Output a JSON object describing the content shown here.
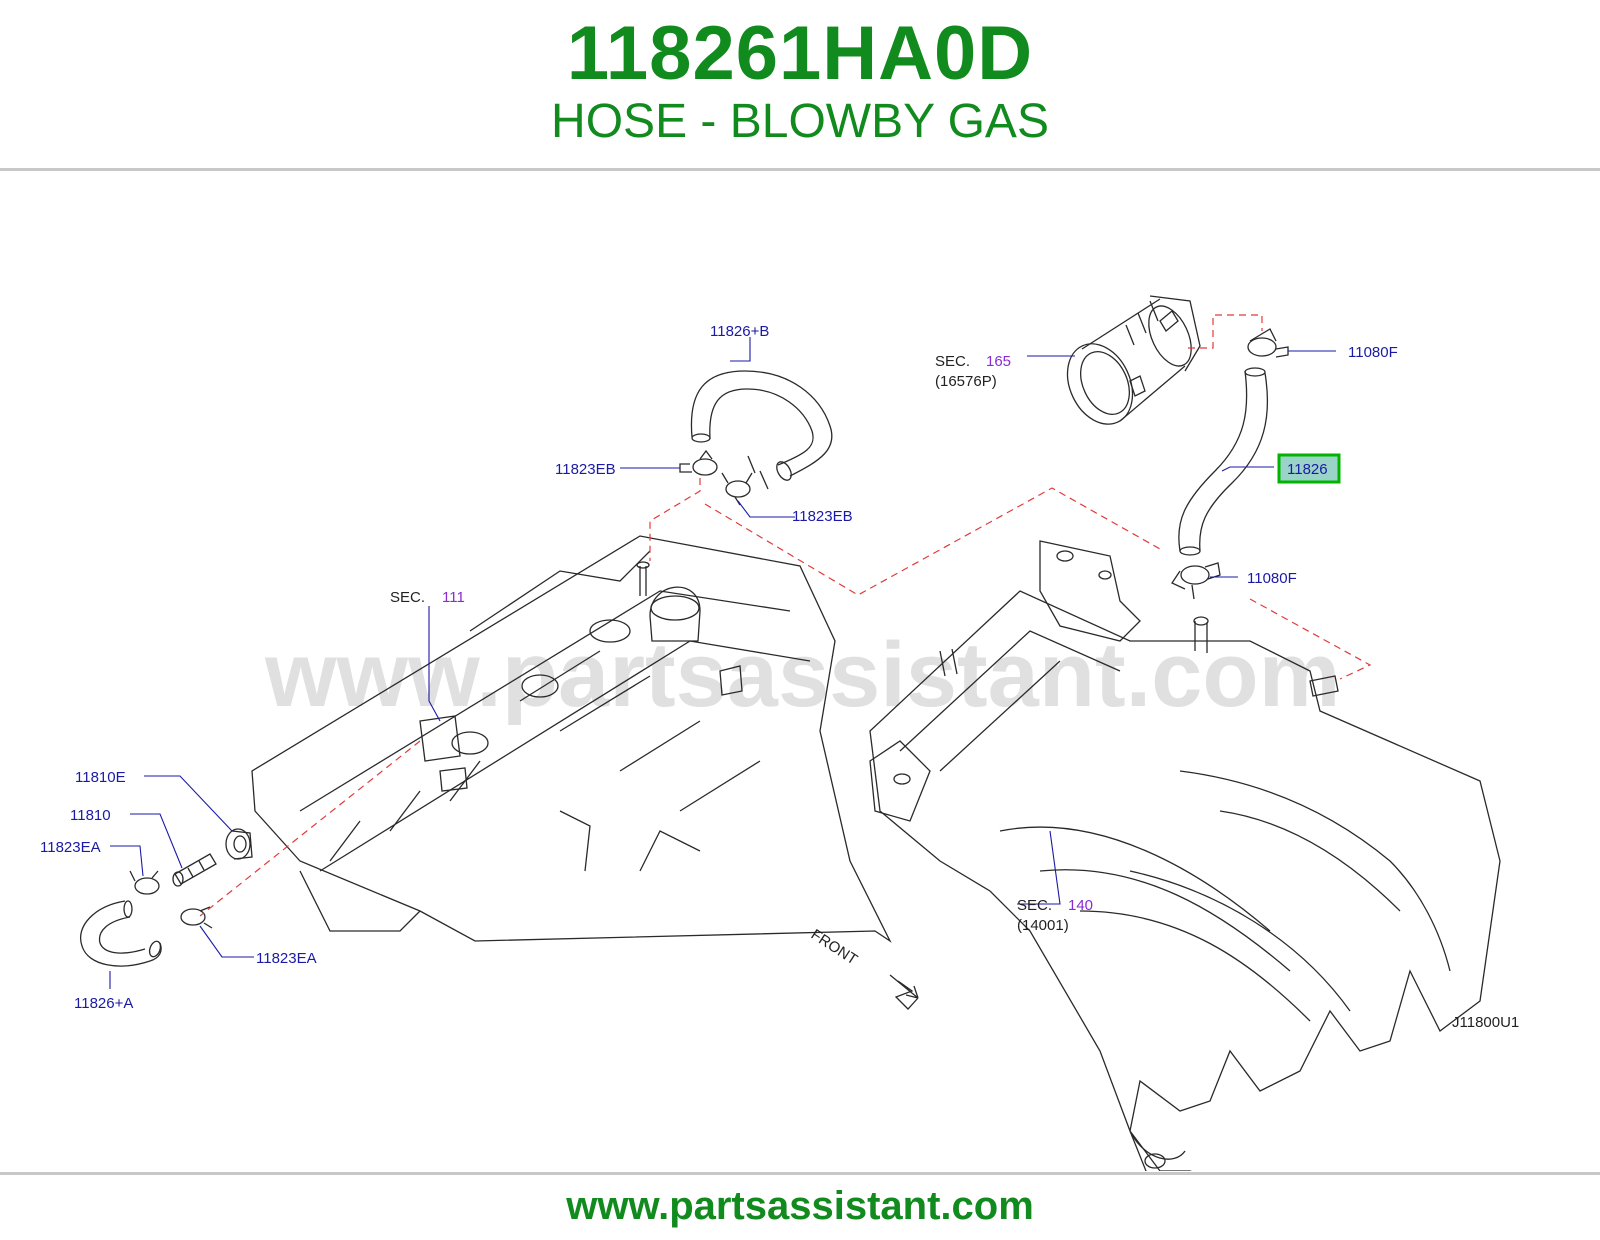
{
  "header": {
    "part_number": "118261HA0D",
    "part_name": "HOSE - BLOWBY GAS"
  },
  "footer": {
    "url": "www.partsassistant.com"
  },
  "diagram": {
    "watermark": "www.partsassistant.com",
    "diagram_code": "J11800U1",
    "front_label": "FRONT",
    "highlight_color": "#00b400",
    "callouts": {
      "hose_b": "11826+B",
      "clamp_eb_1": "11823EB",
      "clamp_eb_2": "11823EB",
      "clamp_f_top": "11080F",
      "hose_main": "11826",
      "clamp_f_bottom": "11080F",
      "grommet": "11810E",
      "pcv_valve": "11810",
      "clamp_ea_1": "11823EA",
      "clamp_ea_2": "11823EA",
      "hose_a": "11826+A"
    },
    "sections": {
      "throttle": {
        "prefix": "SEC.",
        "number": "165",
        "ref": "(16576P)"
      },
      "cylinder_head": {
        "prefix": "SEC.",
        "number": "111"
      },
      "manifold": {
        "prefix": "SEC.",
        "number": "140",
        "ref": "(14001)"
      }
    }
  }
}
